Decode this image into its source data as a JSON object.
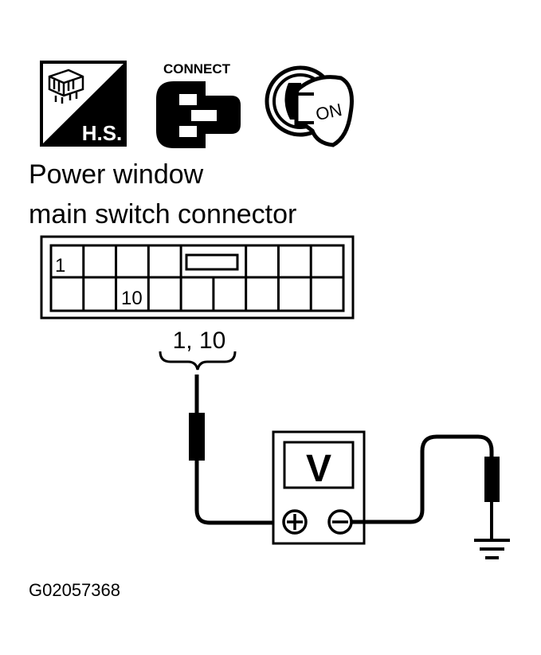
{
  "icons": {
    "harness_label": "H.S.",
    "connect_label": "CONNECT",
    "ignition_label": "ON"
  },
  "title": {
    "line1": "Power window",
    "line2": "main switch connector"
  },
  "connector": {
    "pin_a": "1",
    "pin_b": "10"
  },
  "probe_label": "1, 10",
  "meter": {
    "unit": "V"
  },
  "figure_id": "G02057368",
  "colors": {
    "ink": "#000000",
    "paper": "#ffffff"
  }
}
